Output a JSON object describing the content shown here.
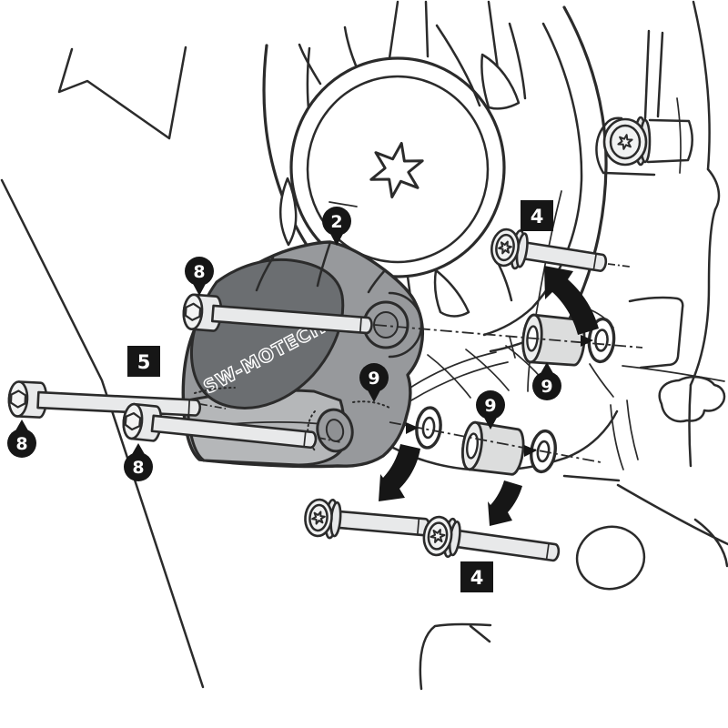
{
  "diagram": {
    "brand_label": "SW-MOTECH",
    "callouts": {
      "pin_2": {
        "label": "2",
        "style": "pin-down"
      },
      "pin_8_top": {
        "label": "8",
        "style": "pin-down"
      },
      "pin_8_left": {
        "label": "8",
        "style": "pin-up"
      },
      "pin_8_mid": {
        "label": "8",
        "style": "pin-up"
      },
      "pin_9_left": {
        "label": "9",
        "style": "pin-down"
      },
      "pin_9_mid": {
        "label": "9",
        "style": "pin-down"
      },
      "pin_9_right": {
        "label": "9",
        "style": "pin-up"
      },
      "badge_5": {
        "label": "5",
        "style": "square"
      },
      "badge_4_top": {
        "label": "4",
        "style": "square"
      },
      "badge_4_bottom": {
        "label": "4",
        "style": "square"
      }
    },
    "colors": {
      "background": "#ffffff",
      "line": "#2b2b2b",
      "callout_fill": "#161616",
      "callout_text": "#ffffff",
      "protector_body": "#97999c",
      "protector_pad": "#6b6e71",
      "protector_bracket": "#b5b7b9",
      "metal_fill": "#e8e9ea",
      "spacer_fill": "#dcdddd"
    }
  }
}
